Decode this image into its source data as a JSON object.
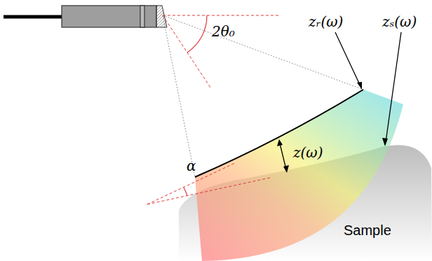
{
  "diagram": {
    "labels": [
      "2θ₀",
      "zᵣ(ω)",
      "zₛ(ω)",
      "z(ω)",
      "α",
      "Sample"
    ]
  }
}
